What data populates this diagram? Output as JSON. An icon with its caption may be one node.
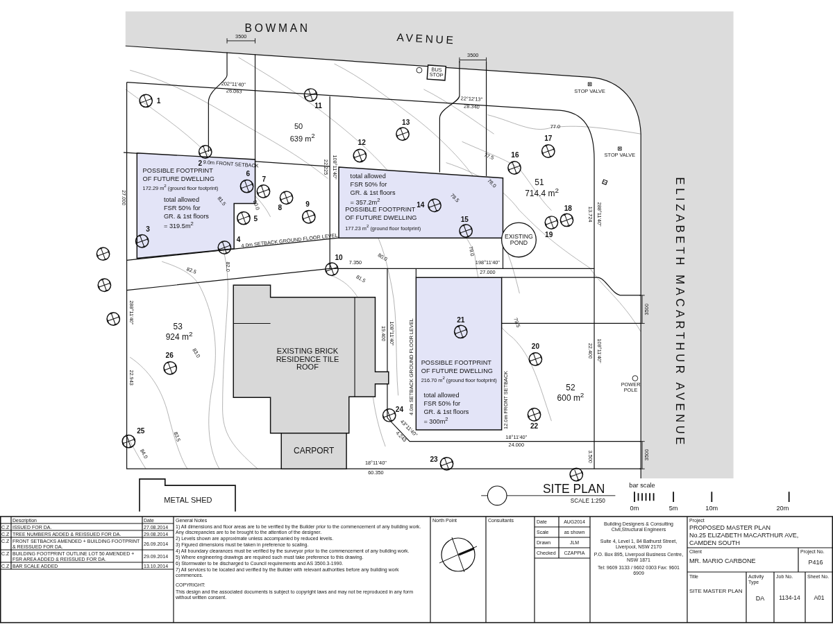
{
  "diagram": {
    "title": "SITE PLAN",
    "nodes": [
      {
        "text": [
          "POSSIBLE FOOTPRINT OF FUTURE DWELLING",
          "172.29 m$^{2}$ (ground floor footprint)",
          "total allowed FSR 50% for GR. & 1st floors = 319.5m$^{2}$"
        ]
      },
      {
        "text": [
          "total allowed FSR 50% for GR. & 1st floors = 357.2m$^{2}$",
          "POSSIBLE FOOTPRINT OF FUTURE DWELLING",
          "177.23 m$^{2}$ (ground floor footprint)"
        ]
      },
      {
        "text": [
          "POSSIBLE FOOTPRINT OF FUTURE DWELLING",
          "216.70 m$^{2}$ (ground floor footprint)",
          "total allowed FSR 50% for GR. & 1st floors = 300m$^{2}$"
        ]
      },
      {
        "text": [
          "EXISTING BRICK RESIDENCE TILE ROOF"
        ]
      },
      {
        "text": [
          "CARPORT"
        ]
      },
      {
        "text": [
          "METAL SHED"
        ]
      },
      {
        "text": [
          "EXISTING POND"
        ]
      },
      {
        "text": [
          "BUS STOP"
        ]
      },
      {
        "text": [],
        "shape": "circle",
        "beside": [
          "1"
        ]
      },
      {
        "text": [],
        "shape": "circle",
        "beside": [
          "2"
        ]
      },
      {
        "text": [],
        "shape": "circle",
        "beside": [
          "3"
        ],
        "in": 0
      },
      {
        "text": [],
        "shape": "circle",
        "beside": [
          "4"
        ],
        "in": 0
      },
      {
        "text": [],
        "shape": "circle",
        "beside": [
          "5"
        ]
      },
      {
        "text": [],
        "shape": "circle",
        "beside": [
          "6"
        ],
        "in": 0
      },
      {
        "text": [],
        "shape": "circle",
        "beside": [
          "7"
        ]
      },
      {
        "text": [],
        "shape": "circle",
        "beside": [
          "8"
        ]
      },
      {
        "text": [],
        "shape": "circle",
        "beside": [
          "9"
        ]
      },
      {
        "text": [],
        "shape": "circle",
        "beside": [
          "10"
        ]
      },
      {
        "text": [],
        "shape": "circle",
        "beside": [
          "11"
        ]
      },
      {
        "text": [],
        "shape": "circle",
        "beside": [
          "12"
        ]
      },
      {
        "text": [],
        "shape": "circle",
        "beside": [
          "13"
        ]
      },
      {
        "text": [],
        "shape": "circle",
        "beside": [
          "14"
        ],
        "in": 1
      },
      {
        "text": [],
        "shape": "circle",
        "beside": [
          "15"
        ],
        "in": 1
      },
      {
        "text": [],
        "shape": "circle",
        "beside": [
          "16"
        ]
      },
      {
        "text": [],
        "shape": "circle",
        "beside": [
          "17"
        ]
      },
      {
        "text": [],
        "shape": "circle",
        "beside": [
          "18"
        ]
      },
      {
        "text": [],
        "shape": "circle",
        "beside": [
          "19"
        ]
      },
      {
        "text": [],
        "shape": "circle",
        "beside": [
          "20"
        ]
      },
      {
        "text": [],
        "shape": "circle",
        "beside": [
          "21"
        ],
        "in": 2
      },
      {
        "text": [],
        "shape": "circle",
        "beside": [
          "22"
        ]
      },
      {
        "text": [],
        "shape": "circle",
        "beside": [
          "23"
        ]
      },
      {
        "text": [],
        "shape": "circle",
        "beside": [
          "24"
        ]
      },
      {
        "text": [],
        "shape": "circle",
        "beside": [
          "25"
        ]
      },
      {
        "text": [],
        "shape": "circle",
        "beside": [
          "26"
        ]
      },
      {
        "text": [],
        "shape": "circle"
      },
      {
        "text": [],
        "shape": "circle"
      },
      {
        "text": [],
        "shape": "circle"
      },
      {
        "text": [],
        "shape": "circle"
      }
    ],
    "labels": [
      "BOWMAN",
      "AVENUE",
      "ELIZABETH MACARTHUR AVENUE",
      "3500",
      "3500",
      "202°11'40\"",
      "26.063",
      "22°12'13\"",
      "28.340",
      "50",
      "639 m$^{2}$",
      "9.0m FRONT SETBACK",
      "108°11'40\"",
      "22.225",
      "27.000",
      "81.5",
      "80.0",
      "4.0m SETBACK GROUND FLOOR LEVEL",
      "82.0",
      "7.350",
      "80.0",
      "81.5",
      "82.5",
      "198°11'40\"",
      "27.000",
      "77.0",
      "77.5",
      "78.0",
      "78.5",
      "51",
      "714.4 m$^{2}$",
      "288°11'40\"",
      "13.724",
      "STOP VALVE",
      "STOP VALVE",
      "79.0",
      "288°11'40\"",
      "53",
      "924 m$^{2}$",
      "83.0",
      "22.943",
      "108°11'40\"",
      "19.400",
      "79.5",
      "4.0m SETBACK GROUND FLOOR LEVEL",
      "12.0m FRONT SETBACK",
      "108°11'40\"",
      "22.400",
      "52",
      "600 m$^{2}$",
      "POWER POLE",
      "43°11'40\"",
      "83.5",
      "4.243",
      "18°11'40\"",
      "24.000",
      "84.0",
      "3500",
      "3.500",
      "3500",
      "18°11'40\"",
      "60.350",
      "SCALE 1:250",
      "bar scale",
      "0m",
      "5m",
      "10m",
      "20m",
      "Description",
      "Date",
      "C.Z",
      "ISSUED FOR DA.",
      "27.08.2014",
      "C.Z",
      "TREE NUMBERS ADDED & REISSUED FOR DA.",
      "29.08.2014",
      "C.Z",
      "FRONT SETBACKS AMENDED + BUILDING FOOTPRINT & REISSUED FOR DA.",
      "26.09.2014",
      "C.Z",
      "BUILDING FOOTPRINT OUTLINE LOT 50 AMENDED + FSR AREA ADDED & REISSUED FOR DA.",
      "29.09.2014",
      "C.Z",
      "BAR SCALE ADDED",
      "13.10.2014",
      "General Notes",
      "1) All dimensions and floor areas are to be verified by the Builder prior to the commencement of any building work. Any discrepancies are to be brought to the attention of the designer.",
      "2) Levels shown are approximate unless accompanied by reduced levels.",
      "3) Figured dimensions must be taken in preference to scaling.",
      "4) All boundary clearances must be verified by the surveyor prior to the commencement of any building work.",
      "5) Where engineering drawings are required such must take preference to this drawing.",
      "6) Stormwater to be discharged to Council requirements and AS 3500.3-1990.",
      "7) All services to be located and verified by the Builder with relevant authorities before any building work commences.",
      "COPYRIGHT:",
      "This design and the associated documents is subject to copyright laws and may not be reproduced in any form without written consent.",
      "North Point",
      "Consultants",
      "Date",
      "AUG2014",
      "Scale",
      "as shown",
      "Drawn",
      "JLM",
      "Checked",
      "CZAPPIA",
      "Building Designers & Consulting Civil,Structural Engineers",
      "Suite 4, Level 1, 84 Bathurst Street, Liverpool, NSW 2170",
      "P.O. Box 895, Liverpool Business Centre, NSW 1871",
      "Tel: 9609 3133 / 9602 0303  Fax: 9601 6909",
      "Project",
      "PROPOSED MASTER PLAN",
      "No.25 ELIZABETH MACARTHUR AVE,",
      "CAMDEN SOUTH",
      "Client",
      "MR. MARIO CARBONE",
      "Project No.",
      "P416",
      "Title",
      "SITE MASTER PLAN",
      "Activity Type",
      "DA",
      "Job No.",
      "1134-14",
      "Sheet No.",
      "A01"
    ]
  }
}
